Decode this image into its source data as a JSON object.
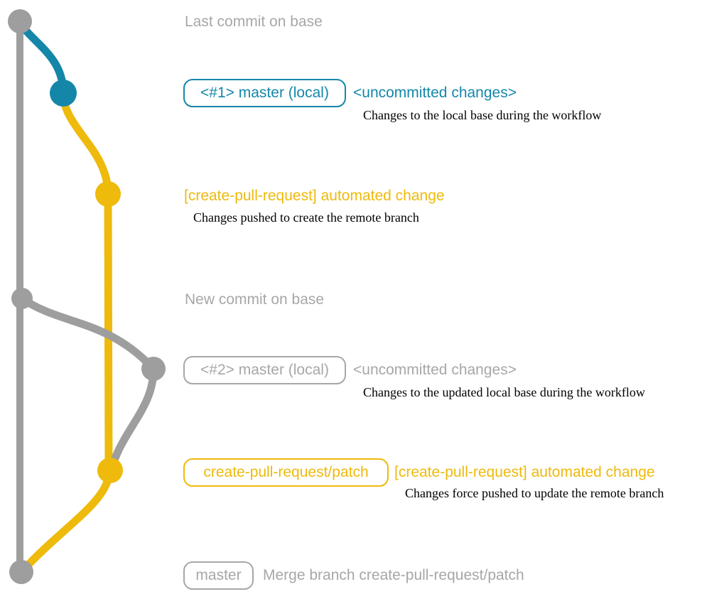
{
  "colors": {
    "graph_gray": "#9e9e9e",
    "text_gray": "#a7a7a7",
    "teal": "#1487a9",
    "yellow": "#eeba0b",
    "black": "#000000"
  },
  "rows": {
    "last_commit": {
      "label": "Last commit on base"
    },
    "master_local_1": {
      "badge": "<#1> master (local)",
      "status": "<uncommitted changes>",
      "description": "Changes to the local base during the workflow"
    },
    "automated_change_1": {
      "title": "[create-pull-request] automated change",
      "description": "Changes pushed to create the remote branch"
    },
    "new_commit": {
      "label": "New commit on base"
    },
    "master_local_2": {
      "badge": "<#2> master (local)",
      "status": "<uncommitted changes>",
      "description": "Changes to the updated local base during the workflow"
    },
    "automated_change_2": {
      "badge": "create-pull-request/patch",
      "title": "[create-pull-request] automated change",
      "description": "Changes force pushed to update the remote branch"
    },
    "merge_commit": {
      "badge": "master",
      "label": "Merge branch create-pull-request/patch"
    }
  }
}
